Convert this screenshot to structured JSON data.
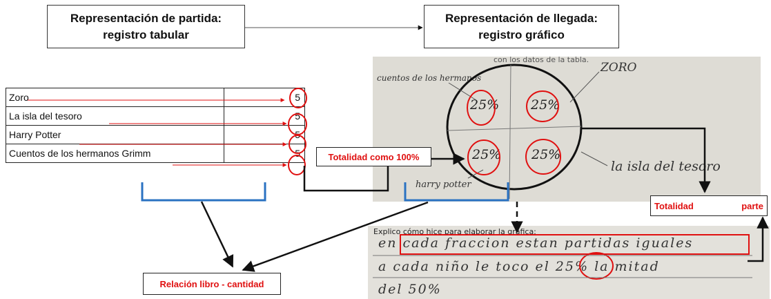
{
  "source_box": {
    "line1": "Representación de partida:",
    "line2": "registro tabular"
  },
  "target_box": {
    "line1": "Representación de llegada:",
    "line2": "registro gráfico"
  },
  "table_rows": [
    {
      "book": "Zoro",
      "value": "5"
    },
    {
      "book": "La isla del tesoro",
      "value": "5"
    },
    {
      "book": "Harry Potter",
      "value": "5"
    },
    {
      "book": "Cuentos de los hermanos Grimm",
      "value": "5"
    }
  ],
  "photo": {
    "top_text": "con los datos de la tabla.",
    "slices": [
      {
        "label": "cuentos de los hermanos",
        "pct": "25%"
      },
      {
        "label": "ZORO",
        "pct": "25%"
      },
      {
        "label": "harry potter",
        "pct": "25%"
      },
      {
        "label": "la isla del tesoro",
        "pct": "25%"
      }
    ]
  },
  "totalidad_box": "Totalidad como 100%",
  "parte_box": {
    "left": "Totalidad",
    "right": "parte"
  },
  "relacion_box": "Relación libro - cantidad",
  "explanation": {
    "prompt": "Explico cómo hice para elaborar la gráfica:",
    "line1": "en cada fraccion estan partidas iguales",
    "line2": "a cada niño le toco el 25% la mitad",
    "line3": "del 50%"
  }
}
